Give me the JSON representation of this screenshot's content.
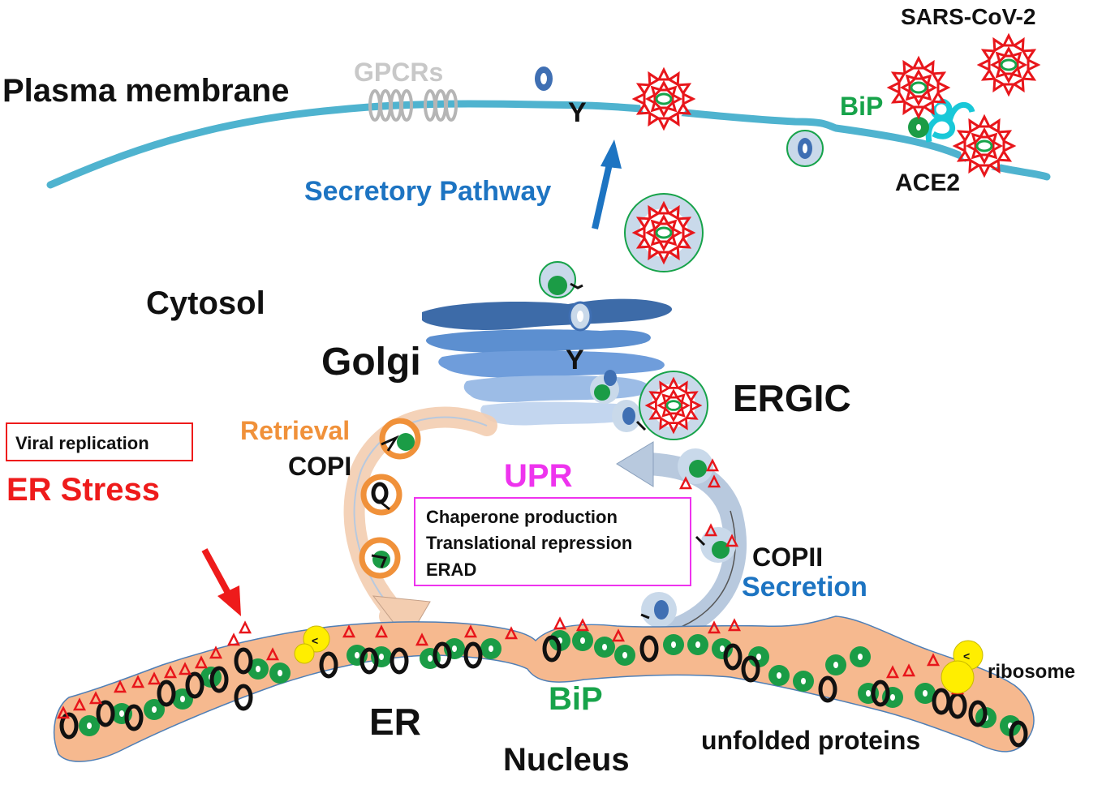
{
  "labels": {
    "sars_cov2": "SARS-CoV-2",
    "plasma_membrane": "Plasma membrane",
    "gpcrs": "GPCRs",
    "bip_top": "BiP",
    "ace2": "ACE2",
    "secretory_pathway": "Secretory Pathway",
    "cytosol": "Cytosol",
    "golgi": "Golgi",
    "ergic": "ERGIC",
    "retrieval": "Retrieval",
    "copi": "COPI",
    "upr": "UPR",
    "copii": "COPII",
    "secretion": "Secretion",
    "viral_replication": "Viral replication",
    "er_stress": "ER Stress",
    "er": "ER",
    "bip_er": "BiP",
    "nucleus": "Nucleus",
    "unfolded_proteins": "unfolded proteins",
    "ribosome": "ribosome",
    "y_membrane": "Y",
    "y_golgi": "Y"
  },
  "upr_effects": [
    "Chaperone production",
    "Translational repression",
    "ERAD"
  ],
  "colors": {
    "membrane": "#4fb3cf",
    "gpcr": "#b5b5b5",
    "virus": "#e8161b",
    "bip": "#17a34a",
    "ace2": "#19c8d8",
    "secretory": "#1d74c2",
    "retrieval": "#f0913a",
    "upr": "#ee33ee",
    "er_fill": "#f6b98f",
    "golgi_dark": "#3d6ba8",
    "golgi_mid": "#5c8fd0",
    "golgi_light": "#9cbce6",
    "ribosome": "#ffee00",
    "er_stress": "#ee1b1b"
  },
  "icons": [
    "red-arrow-icon",
    "blue-arrow-icon",
    "virus-icon",
    "vesicle-icon",
    "ribosome-icon"
  ]
}
